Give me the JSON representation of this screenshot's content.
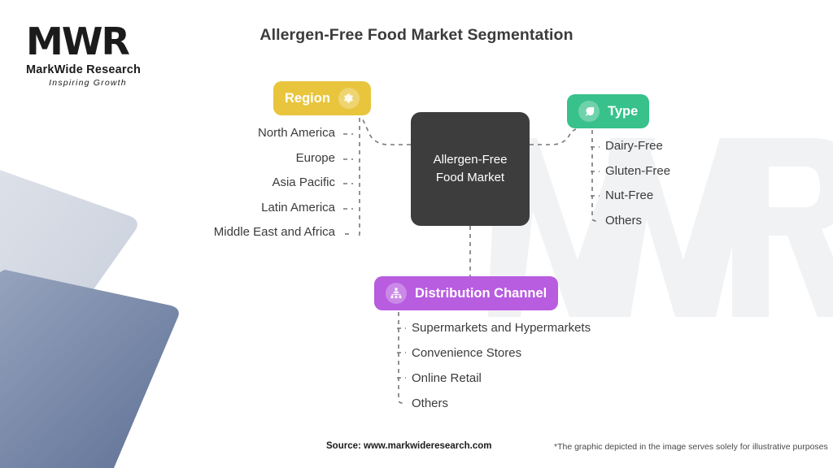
{
  "title": "Allergen-Free Food Market Segmentation",
  "logo": {
    "mark": "MWR",
    "name": "MarkWide Research",
    "tagline": "Inspiring Growth"
  },
  "center": {
    "label": "Allergen-Free Food Market",
    "color": "#3d3d3d"
  },
  "branches": [
    {
      "id": "region",
      "label": "Region",
      "color": "#e8c53c",
      "icon": "gear-icon",
      "items": [
        "North America",
        "Europe",
        "Asia Pacific",
        "Latin America",
        "Middle East and Africa"
      ]
    },
    {
      "id": "type",
      "label": "Type",
      "color": "#38c18b",
      "icon": "leaf-icon",
      "items": [
        "Dairy-Free",
        "Gluten-Free",
        "Nut-Free",
        "Others"
      ]
    },
    {
      "id": "distribution-channel",
      "label": "Distribution Channel",
      "color": "#b85ce0",
      "icon": "network-icon",
      "items": [
        "Supermarkets and Hypermarkets",
        "Convenience Stores",
        "Online Retail",
        "Others"
      ]
    }
  ],
  "footer": {
    "source": "Source: www.markwideresearch.com",
    "disclaimer": "*The graphic depicted in the image serves solely for illustrative purposes"
  }
}
